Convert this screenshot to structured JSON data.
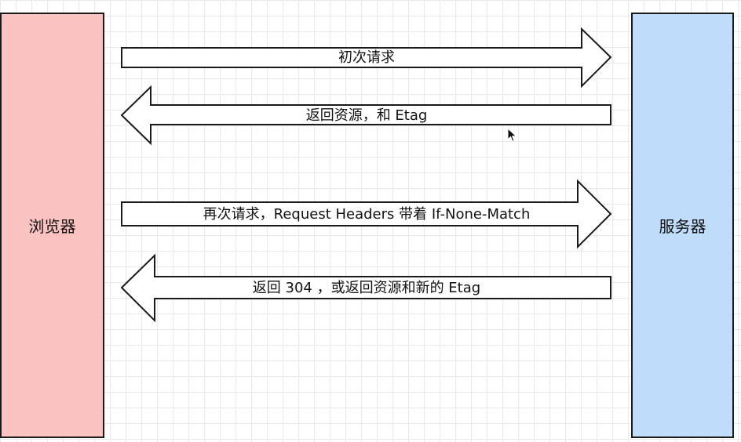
{
  "nodes": {
    "browser": {
      "label": "浏览器",
      "fill": "#fbc2c2"
    },
    "server": {
      "label": "服务器",
      "fill": "#c0dcfb"
    }
  },
  "arrows": [
    {
      "label": "初次请求",
      "direction": "right"
    },
    {
      "label": "返回资源，和 Etag",
      "direction": "left"
    },
    {
      "label": "再次请求，Request Headers 带着 If-None-Match",
      "direction": "right"
    },
    {
      "label": "返回 304 ，或返回资源和新的 Etag",
      "direction": "left"
    }
  ]
}
